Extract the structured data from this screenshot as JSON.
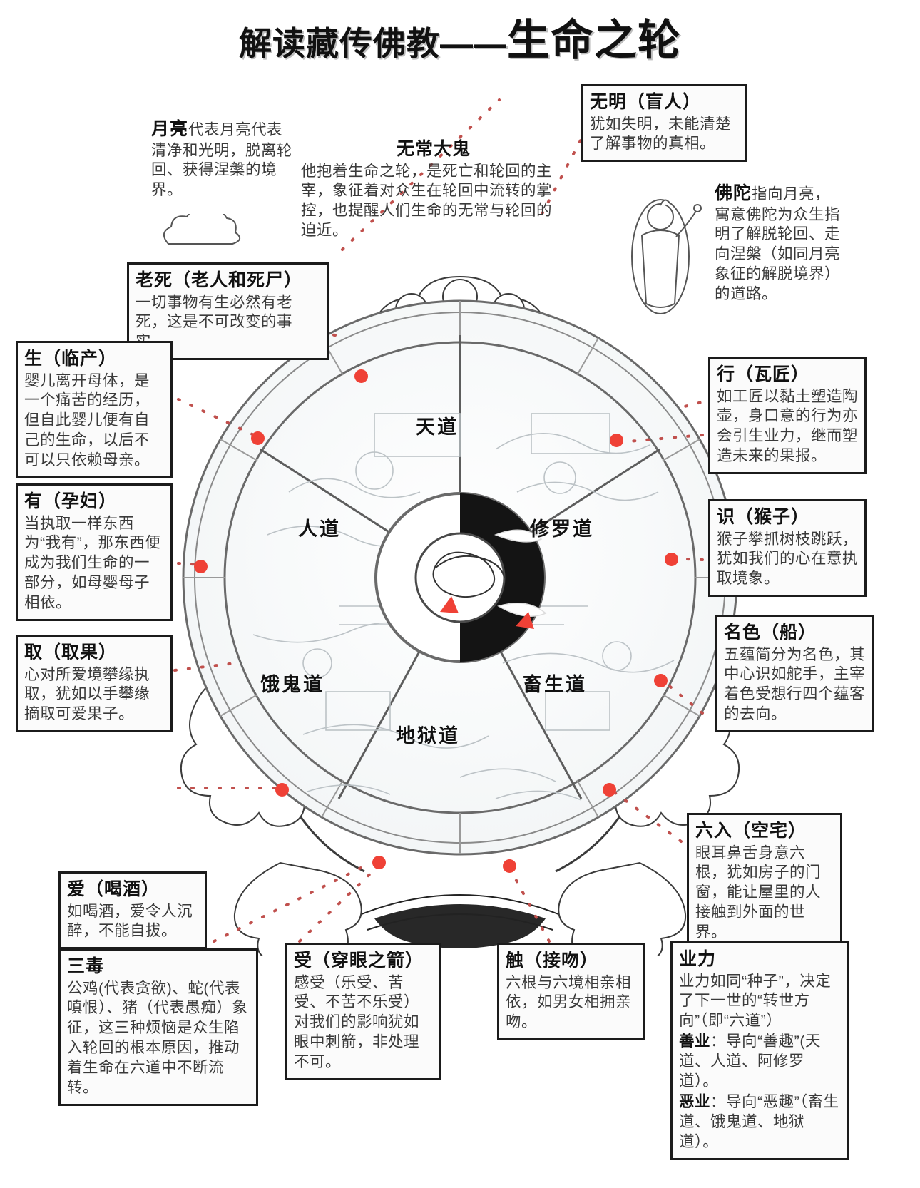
{
  "title": {
    "prefix": "解读藏传佛教——",
    "main": "生命之轮"
  },
  "colors": {
    "accent_dot": "#ef4136",
    "connector": "#c0504d",
    "box_border": "#1b1b1b",
    "heading": "#111111",
    "body_text": "#3a3a3a"
  },
  "realms": [
    {
      "id": "deva",
      "label": "天道"
    },
    {
      "id": "human",
      "label": "人道"
    },
    {
      "id": "asura",
      "label": "修罗道"
    },
    {
      "id": "preta",
      "label": "饿鬼道"
    },
    {
      "id": "animal",
      "label": "畜生道"
    },
    {
      "id": "hell",
      "label": "地狱道"
    }
  ],
  "notes": {
    "moon": {
      "heading": "月亮",
      "body": "代表月亮代表清净和光明，脱离轮回、获得涅槃的境界。",
      "boxed": false
    },
    "impermanence": {
      "heading": "无常大鬼",
      "body": "他抱着生命之轮，是死亡和轮回的主宰，象征着对众生在轮回中流转的掌控，也提醒人们生命的无常与轮回的迫近。",
      "boxed": false
    },
    "ignorance": {
      "heading": "无明（盲人）",
      "body": "犹如失明，未能清楚了解事物的真相。",
      "boxed": true
    },
    "buddha": {
      "heading": "佛陀",
      "body": "指向月亮，寓意佛陀为众生指明了解脱轮回、走向涅槃（如同月亮象征的解脱境界）的道路。",
      "boxed": false
    },
    "old_age_death": {
      "heading": "老死（老人和死尸）",
      "body": "一切事物有生必然有老死，这是不可改变的事实。",
      "boxed": true
    },
    "birth": {
      "heading": "生（临产）",
      "body": "婴儿离开母体，是一个痛苦的经历，但自此婴儿便有自己的生命，以后不可以只依赖母亲。",
      "boxed": true
    },
    "becoming": {
      "heading": "有（孕妇）",
      "body": "当执取一样东西为“我有”，那东西便成为我们生命的一部分，如母婴母子相依。",
      "boxed": true
    },
    "grasping": {
      "heading": "取（取果）",
      "body": "心对所爱境攀缘执取，犹如以手攀缘摘取可爱果子。",
      "boxed": true
    },
    "craving": {
      "heading": "爱（喝酒）",
      "body": "如喝酒，爱令人沉醉，不能自拔。",
      "boxed": true
    },
    "three_poisons": {
      "heading": "三毒",
      "body": "公鸡(代表贪欲)、蛇(代表嗔恨）、猪（代表愚痴）象征，这三种烦恼是众生陷入轮回的根本原因，推动着生命在六道中不断流转。",
      "boxed": true
    },
    "feeling": {
      "heading": "受（穿眼之箭）",
      "body": "感受（乐受、苦受、不苦不乐受）对我们的影响犹如眼中刺箭，非处理不可。",
      "boxed": true
    },
    "contact": {
      "heading": "触（接吻）",
      "body": "六根与六境相亲相依，如男女相拥亲吻。",
      "boxed": true
    },
    "six_senses": {
      "heading": "六入（空宅）",
      "body": "眼耳鼻舌身意六根，犹如房子的门窗，能让屋里的人接触到外面的世界。",
      "boxed": true
    },
    "formations": {
      "heading": "行（瓦匠）",
      "body": "如工匠以黏土塑造陶壶，身口意的行为亦会引生业力，继而塑造未来的果报。",
      "boxed": true
    },
    "consciousness": {
      "heading": "识（猴子）",
      "body": "猴子攀抓树枝跳跃，犹如我们的心在意执取境象。",
      "boxed": true
    },
    "name_form": {
      "heading": "名色（船）",
      "body": "五蕴简分为名色，其中心识如舵手，主宰着色受想行四个蕴客的去向。",
      "boxed": true
    },
    "karma": {
      "heading": "业力",
      "body": "业力如同“种子”，决定了下一世的“转世方向”（即“六道”）",
      "good_label": "善业",
      "good_text": "：导向“善趣”(天道、人道、阿修罗道）。",
      "bad_label": "恶业",
      "bad_text": "：导向“恶趣”（畜生道、饿鬼道、地狱道）。",
      "boxed": true
    }
  }
}
